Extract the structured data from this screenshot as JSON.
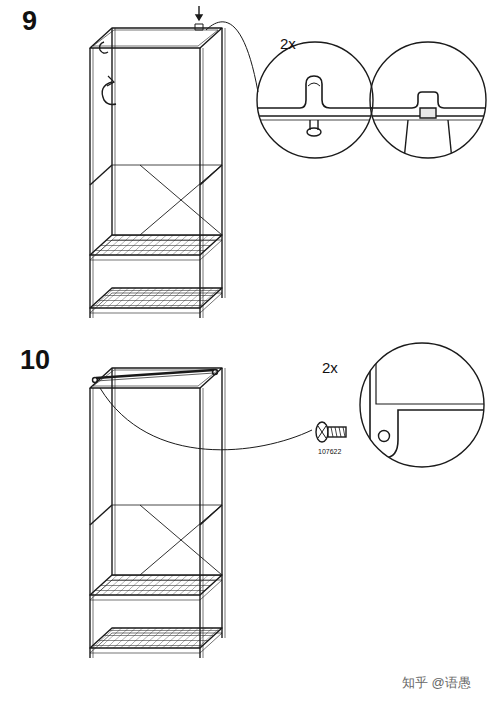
{
  "diagram": {
    "labels": [
      "9",
      "2x",
      "10",
      "2x",
      "107622",
      "知乎 @语愚"
    ]
  }
}
